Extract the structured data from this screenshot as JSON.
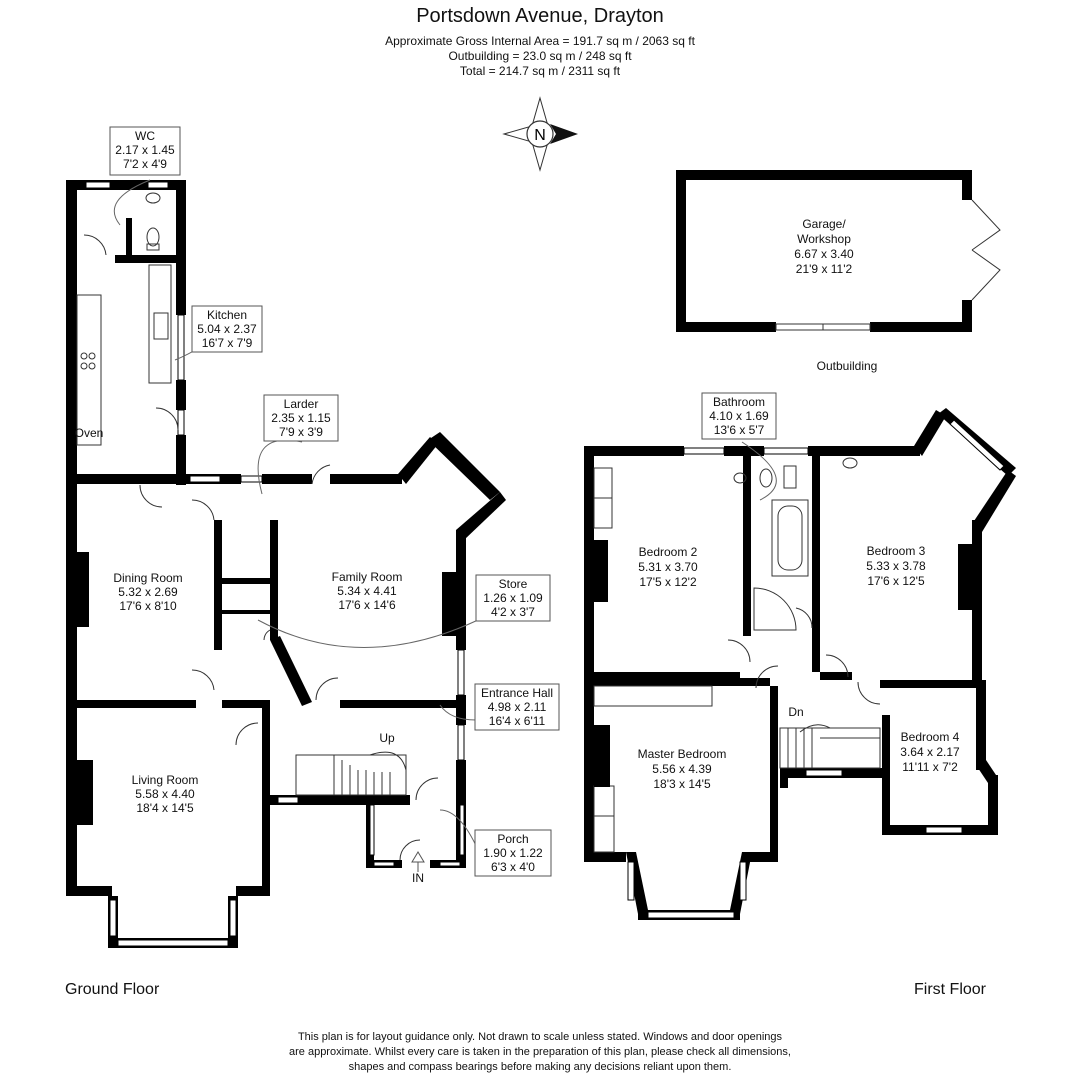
{
  "header": {
    "title": "Portsdown Avenue, Drayton",
    "area_lines": [
      "Approximate Gross Internal Area = 191.7 sq m / 2063 sq ft",
      "Outbuilding = 23.0 sq m / 248 sq ft",
      "Total = 214.7 sq m / 2311 sq ft"
    ]
  },
  "compass": {
    "letter": "N"
  },
  "rooms": {
    "wc": {
      "name": "WC",
      "metric": "2.17 x 1.45",
      "imperial": "7'2 x 4'9"
    },
    "kitchen": {
      "name": "Kitchen",
      "metric": "5.04 x 2.37",
      "imperial": "16'7 x 7'9"
    },
    "larder": {
      "name": "Larder",
      "metric": "2.35 x 1.15",
      "imperial": "7'9 x 3'9"
    },
    "dining": {
      "name": "Dining Room",
      "metric": "5.32 x 2.69",
      "imperial": "17'6 x 8'10"
    },
    "family": {
      "name": "Family Room",
      "metric": "5.34 x 4.41",
      "imperial": "17'6 x 14'6"
    },
    "store": {
      "name": "Store",
      "metric": "1.26 x 1.09",
      "imperial": "4'2 x 3'7"
    },
    "entrance": {
      "name": "Entrance Hall",
      "metric": "4.98 x 2.11",
      "imperial": "16'4 x 6'11"
    },
    "living": {
      "name": "Living Room",
      "metric": "5.58 x 4.40",
      "imperial": "18'4 x 14'5"
    },
    "porch": {
      "name": "Porch",
      "metric": "1.90 x 1.22",
      "imperial": "6'3 x 4'0"
    },
    "garage": {
      "name": "Garage/",
      "name2": "Workshop",
      "metric": "6.67 x 3.40",
      "imperial": "21'9 x 11'2"
    },
    "bathroom": {
      "name": "Bathroom",
      "metric": "4.10 x 1.69",
      "imperial": "13'6 x 5'7"
    },
    "bed2": {
      "name": "Bedroom 2",
      "metric": "5.31 x 3.70",
      "imperial": "17'5 x 12'2"
    },
    "bed3": {
      "name": "Bedroom 3",
      "metric": "5.33 x 3.78",
      "imperial": "17'6 x 12'5"
    },
    "master": {
      "name": "Master Bedroom",
      "metric": "5.56 x 4.39",
      "imperial": "18'3 x 14'5"
    },
    "bed4": {
      "name": "Bedroom 4",
      "metric": "3.64 x 2.17",
      "imperial": "11'11 x 7'2"
    }
  },
  "labels": {
    "oven": "Oven",
    "up": "Up",
    "dn": "Dn",
    "in": "IN",
    "outbuilding": "Outbuilding",
    "ground_floor": "Ground Floor",
    "first_floor": "First Floor"
  },
  "disclaimer": [
    "This plan is for layout guidance only. Not drawn to scale unless stated. Windows and door openings",
    "are approximate. Whilst every care is taken in the preparation of this plan, please check all dimensions,",
    "shapes and compass bearings before making any decisions reliant upon them."
  ]
}
